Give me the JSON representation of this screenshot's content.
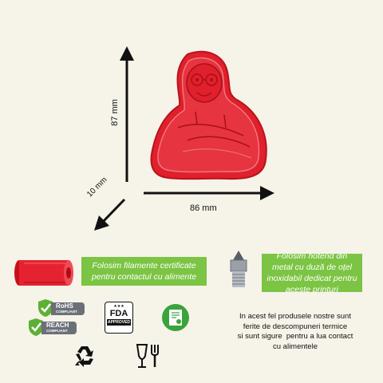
{
  "dimensions": {
    "height": "87 mm",
    "width": "86 mm",
    "depth": "10 mm"
  },
  "feature_filament": {
    "text": "Folosim filamente certificate pentru contactul cu alimente"
  },
  "feature_hotend": {
    "text": "Folosim hotend din metal cu duză de oțel inoxidabil dedicat pentru aceste printuri"
  },
  "info": {
    "line1": "In acest fel produsele nostre sunt",
    "line2": "ferite de descompuneri termice",
    "line3": "si sunt sigure  pentru a lua contact",
    "line4": "cu alimentele"
  },
  "badges": {
    "rohs_title": "RoHS",
    "rohs_sub": "COMPLIANT",
    "reach_title": "REACH",
    "reach_sub": "COMPLIANT",
    "fda_title": "FDA",
    "fda_sub": "APPROVED"
  },
  "colors": {
    "background": "#f6f3e9",
    "product_red": "#e0202c",
    "feature_green": "#7cc443"
  },
  "icons": [
    "arrow-icon",
    "filament-spool-icon",
    "hotend-nozzle-icon",
    "check-shield-icon",
    "certificate-icon",
    "recycle-icon",
    "food-safe-icon"
  ]
}
